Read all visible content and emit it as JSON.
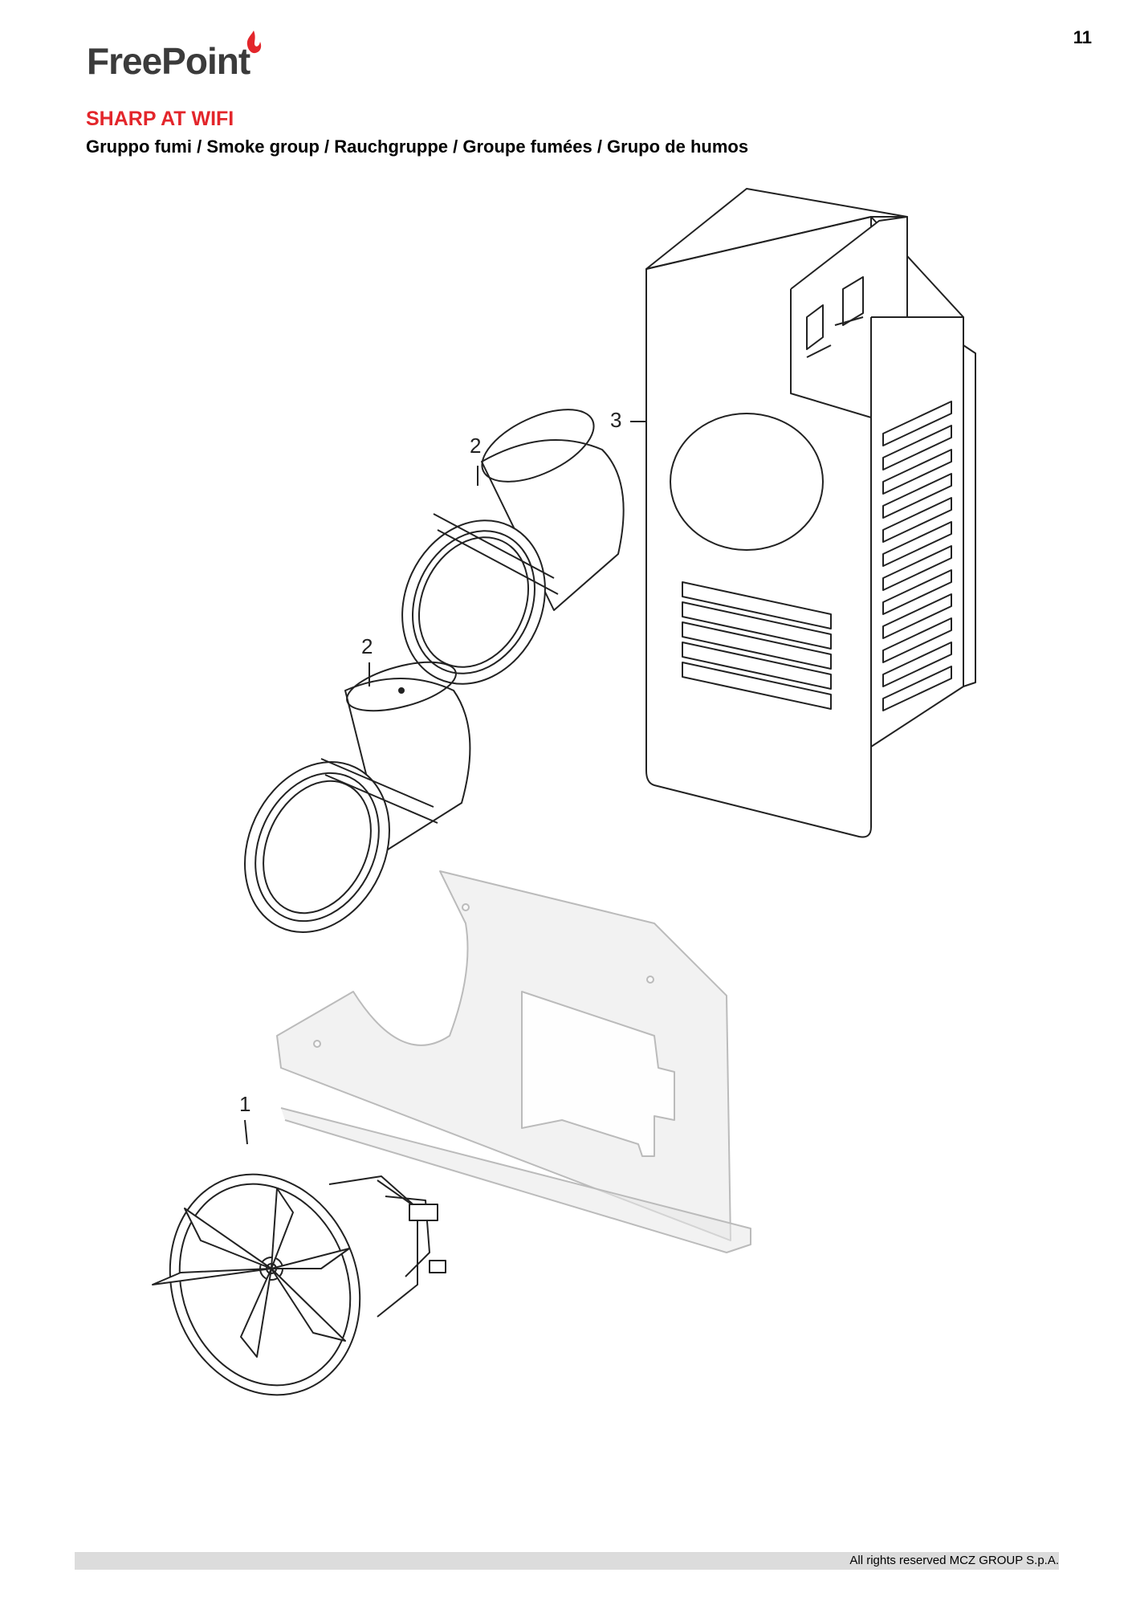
{
  "page_number": "11",
  "brand": {
    "name": "FreePoint",
    "accent": "#e3262b",
    "logo_text_color": "#3b3b3b"
  },
  "title": "SHARP AT WIFI",
  "subtitle": "Gruppo fumi / Smoke group / Rauchgruppe / Groupe fumées / Grupo de humos",
  "parts": [
    {
      "label": "3"
    },
    {
      "label": "2"
    },
    {
      "label": "2"
    },
    {
      "label": "1"
    }
  ],
  "footer": "All rights reserved MCZ GROUP S.p.A."
}
